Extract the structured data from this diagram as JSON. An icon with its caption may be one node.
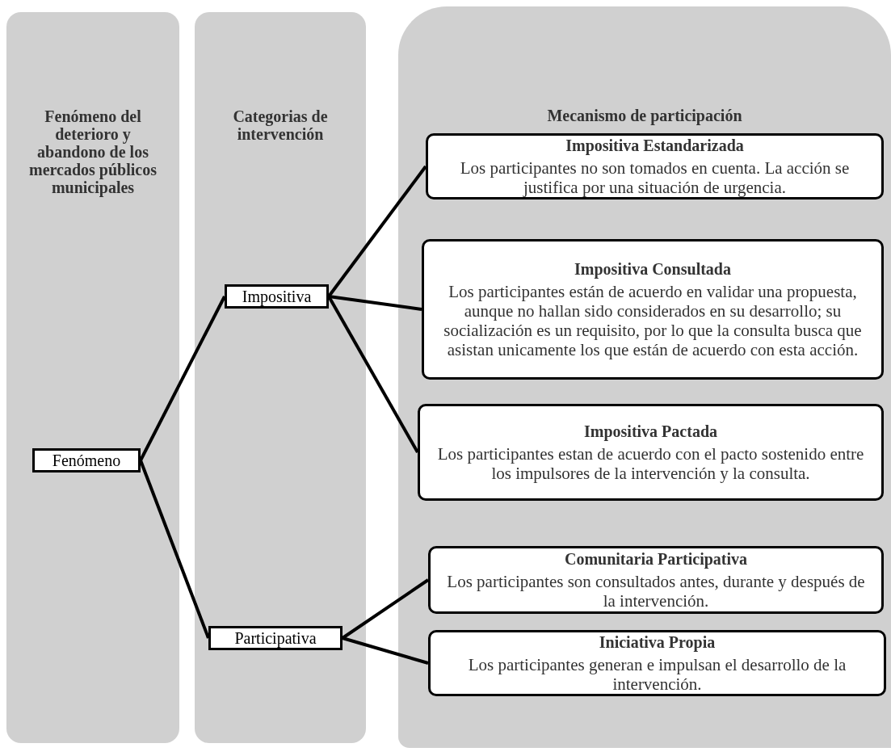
{
  "diagram": {
    "nodes": [
      {
        "text": [
          "Fenómeno del deterioro y abandono de los mercados públicos municipales"
        ]
      },
      {
        "text": [
          "Categorias de intervención"
        ]
      },
      {
        "text": [
          "Mecanismo de participación"
        ]
      },
      {
        "text": [
          "Fenómeno"
        ],
        "in": 0
      },
      {
        "text": [
          "Impositiva"
        ],
        "in": 1
      },
      {
        "text": [
          "Participativa"
        ],
        "in": 1
      },
      {
        "text": [
          "Impositiva Estandarizada",
          "Los participantes no son tomados en cuenta. La acción se justifica por una situación de urgencia."
        ],
        "in": 2
      },
      {
        "text": [
          "Impositiva Consultada",
          "Los participantes están de acuerdo en validar una propuesta, aunque no hallan sido considerados en su desarrollo; su socialización es un requisito, por lo que la consulta busca que asistan unicamente los que están de acuerdo con esta acción."
        ],
        "in": 2
      },
      {
        "text": [
          "Impositiva Pactada",
          "Los participantes estan de acuerdo con el pacto sostenido entre los impulsores de la intervención y la consulta."
        ],
        "in": 2
      },
      {
        "text": [
          "Comunitaria Participativa",
          "Los participantes son consultados antes, durante y después de la intervención."
        ],
        "in": 2
      },
      {
        "text": [
          "Iniciativa Propia",
          "Los participantes generan e impulsan el desarrollo de la intervención."
        ],
        "in": 2
      }
    ],
    "edges": [
      {
        "from": 3,
        "to": 4,
        "arrow": "none"
      },
      {
        "from": 3,
        "to": 5,
        "arrow": "none"
      },
      {
        "from": 4,
        "to": 6,
        "arrow": "none"
      },
      {
        "from": 4,
        "to": 7,
        "arrow": "none"
      },
      {
        "from": 4,
        "to": 8,
        "arrow": "none"
      },
      {
        "from": 5,
        "to": 9,
        "arrow": "none"
      },
      {
        "from": 5,
        "to": 10,
        "arrow": "none"
      }
    ]
  }
}
